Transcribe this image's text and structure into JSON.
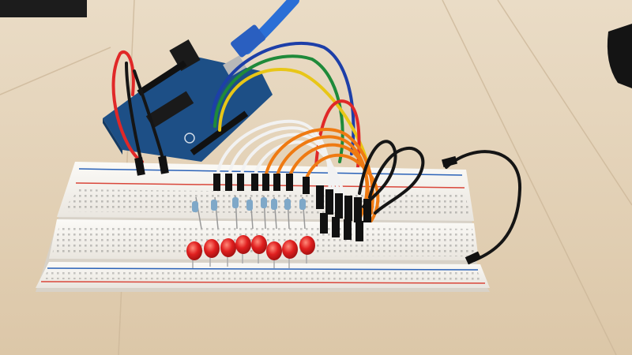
{
  "scene": {
    "description_free": true,
    "colors": {
      "table": "#e7d6bd",
      "table_plank_line": "#cdb89a",
      "breadboard": "#f4f1ec",
      "breadboard_shadow": "#d8d2c8",
      "rail_red": "#d9463a",
      "rail_blue": "#2a62b8",
      "arduino_board": "#1d4f86",
      "usb_cable": "#2b6fd6",
      "led_red": "#e01f1f",
      "wire_black": "#151515",
      "wire_white": "#f2f2f2",
      "wire_orange": "#ef7a12",
      "wire_red": "#e02828",
      "wire_yellow": "#e8c617",
      "wire_green": "#1f8a3a",
      "wire_blue": "#1d3fa8"
    },
    "components": {
      "led_count": 8,
      "resistor_count": 8,
      "breadboard_count": 1,
      "arduino_count": 1
    }
  }
}
